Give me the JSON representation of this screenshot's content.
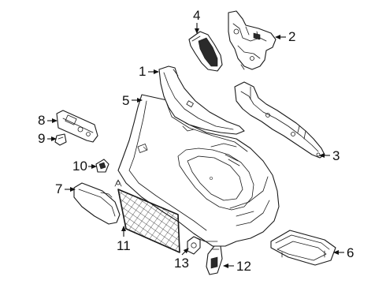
{
  "callouts": {
    "c1": "1",
    "c2": "2",
    "c3": "3",
    "c4": "4",
    "c5": "5",
    "c6": "6",
    "c7": "7",
    "c8": "8",
    "c9": "9",
    "c10": "10",
    "c11": "11",
    "c12": "12",
    "c13": "13"
  },
  "colors": {
    "line": "#1a1a1a",
    "background": "#ffffff"
  }
}
